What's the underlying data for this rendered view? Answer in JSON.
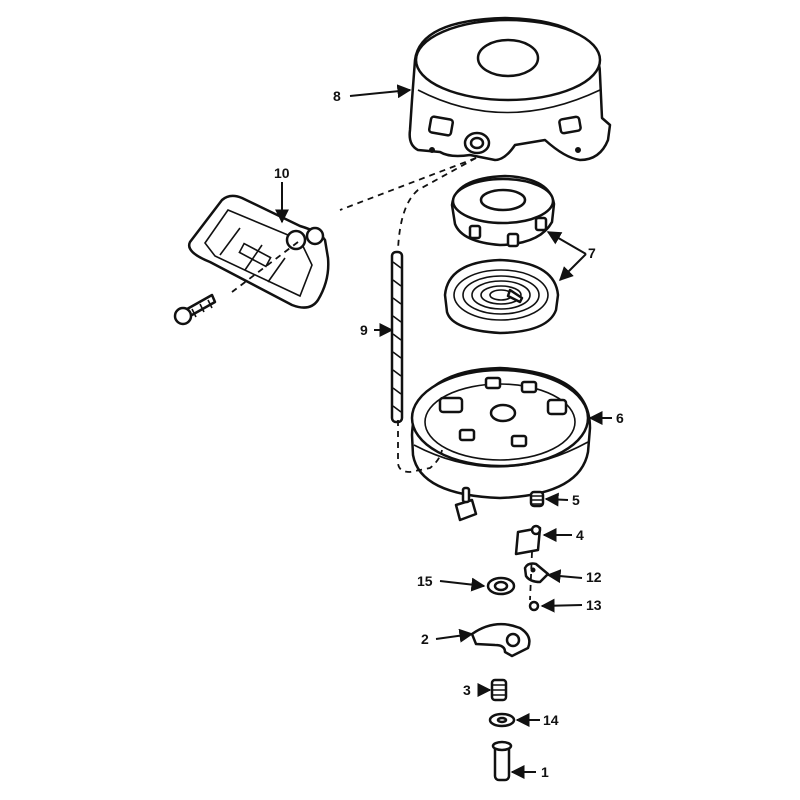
{
  "callouts": [
    {
      "id": "p8",
      "label": "8"
    },
    {
      "id": "p10",
      "label": "10"
    },
    {
      "id": "p7",
      "label": "7"
    },
    {
      "id": "p9",
      "label": "9"
    },
    {
      "id": "p6",
      "label": "6"
    },
    {
      "id": "p5",
      "label": "5"
    },
    {
      "id": "p4",
      "label": "4"
    },
    {
      "id": "p12",
      "label": "12"
    },
    {
      "id": "p15",
      "label": "15"
    },
    {
      "id": "p13",
      "label": "13"
    },
    {
      "id": "p2",
      "label": "2"
    },
    {
      "id": "p3",
      "label": "3"
    },
    {
      "id": "p14",
      "label": "14"
    },
    {
      "id": "p1",
      "label": "1"
    }
  ]
}
